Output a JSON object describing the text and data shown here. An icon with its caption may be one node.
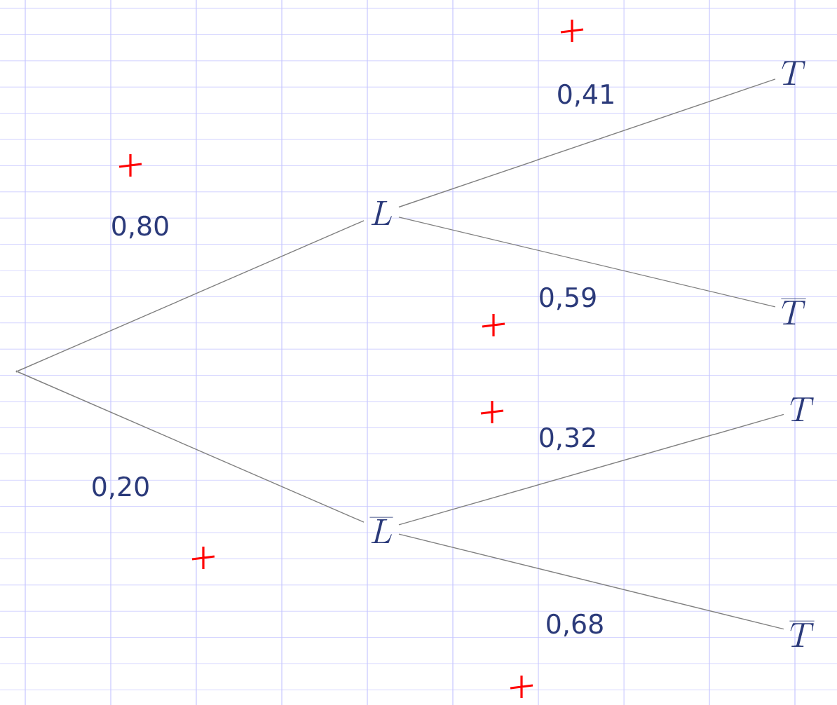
{
  "diagram": {
    "nodes": [
      {
        "text": [],
        "shape": "point"
      },
      {
        "text": [
          "L"
        ]
      },
      {
        "text": [
          "\\overline{L}"
        ]
      },
      {
        "text": [
          "T"
        ]
      },
      {
        "text": [
          "\\overline{T}"
        ]
      },
      {
        "text": [
          "T"
        ]
      },
      {
        "text": [
          "\\overline{T}"
        ]
      }
    ],
    "edges": [
      {
        "from": 0,
        "to": 1,
        "arrow": "none",
        "label": "0,80"
      },
      {
        "from": 0,
        "to": 2,
        "arrow": "none",
        "label": "0,20"
      },
      {
        "from": 1,
        "to": 3,
        "arrow": "none",
        "label": "0,41"
      },
      {
        "from": 1,
        "to": 4,
        "arrow": "none",
        "label": "0,59"
      },
      {
        "from": 2,
        "to": 5,
        "arrow": "none",
        "label": "0,32"
      },
      {
        "from": 2,
        "to": 6,
        "arrow": "none",
        "label": "0,68"
      }
    ]
  }
}
